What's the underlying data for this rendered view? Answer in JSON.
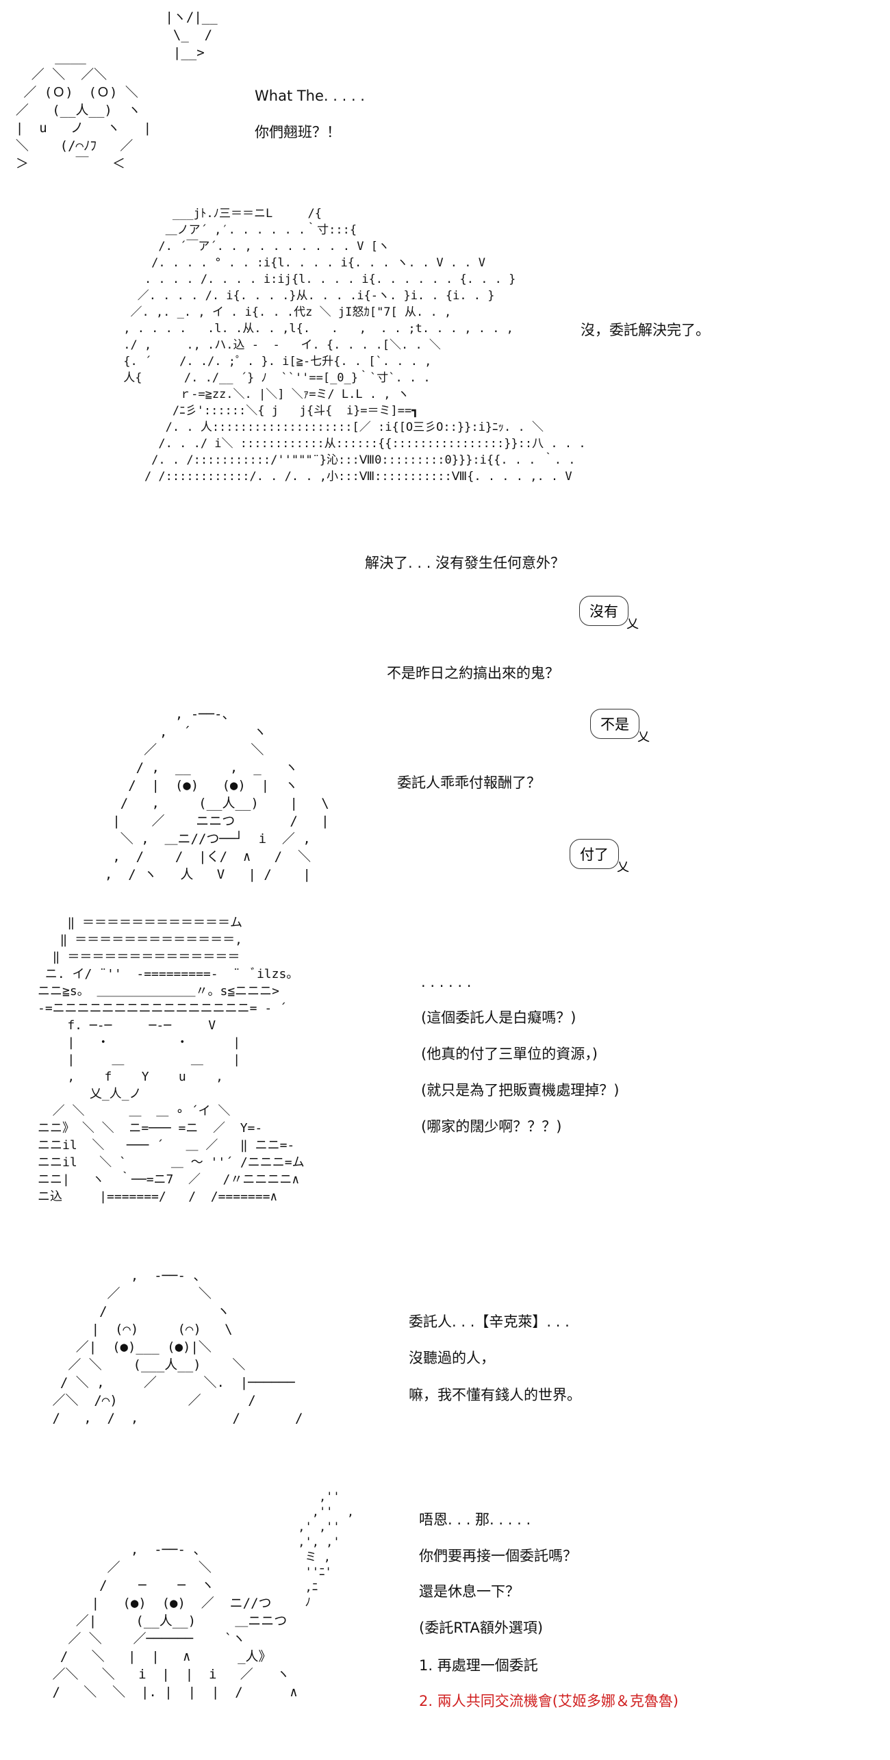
{
  "scene1": {
    "hand_art": " |ヽ/|__\n  \\_  /\n  |__>",
    "face_art": "       ____\n    ／ ＼  ／＼\n   ／ (Ｏ)  (Ｏ) ＼\n  ／   (__人__)  ヽ\n  |  u   ノ   ヽ   |\n  ＼    (/⌒ﾉﾌ   ／\n  ＞      ￣   ＜",
    "lines": [
      "What The. . . . .",
      "你們翹班？！"
    ]
  },
  "scene2": {
    "art": "        ___jﾄ.ﾉ三＝＝ニL     /{\n       ＿ノア´ ,′. . . . . .｀寸:::{\n      /. ´￣ア´. . , . . . . . . . V [ヽ\n     /. . . . ° . . :i{l. . . . i{. . . ヽ. . V . . V\n    . . . . /. . . . i:ij{l. . . . i{. . . . . . {. . . }\n   ／. . . . /. i{. . . .}从. . . .i{-ヽ. }i. . {i. . }\n  ／. ,. _. , イ . i{. . .代z ＼ jI怒ｶ[\"7[ 从. . ,\n , . . . .   .l. .从. . ,l{.   .   ,  . . ;t. . . , . . ,\n ./ ,     ., .ハ.込 ‐  ‐   イ. {. . . .[＼. . ＼\n {. ´    /. ./. ;゜. }. i[≧-七升{. . [`. . . ,\n 人{      /. ./__ ´} ﾉ  ``''==[_0_}｀`寸`. . .\n         ｒ‐=≧zz.＼. |＼] ＼ｧ=ミ/ L.L . , ヽ\n        /ﾆ彡'::::::＼{ j   j{斗{  i}=＝ミ]==┓\n       /. . 人::::::::::::::::::::[／ :i{[O三彡O::}}:i}ﾆｯ. . ＼\n      /. . ./ i＼ ::::::::::::从::::::{{::::::::::::::::}}::八 . . .\n     /. . /:::::::::::/''\"\"\"¨}沁:::Ⅷ0:::::::::0}}}:i{{. . . ｀. .\n    / /::::::::::::/. . /. . ,小:::Ⅷ:::::::::::Ⅷ{. . . . ,. . V",
    "line": "沒，委託解決完了。"
  },
  "scene3": {
    "q1": "解決了. . . 沒有發生任何意外？",
    "a1": "沒有",
    "q2": "不是昨日之約搞出來的鬼？",
    "a2": "不是",
    "q3": "委託人乖乖付報酬了？",
    "a3": "付了",
    "art": "           , -──-、\n         ,  ´        ヽ\n       ／            ＼\n      / ,  __     ,  _   ヽ\n     /  |  (●)   (●)  |  ヽ\n    /   ,     (__人__)    |   \\\n   |    ／    ニニつ       /   |\n    ＼ ,  ＿ニ//つ──┘  i  ／ ,\n   ,  /    /  |く/  ∧   /  ＼\n  ,  / ヽ   人   V   | /    |"
  },
  "scene4": {
    "art": "    ‖ ＝＝＝＝＝＝＝＝＝＝＝＝ム\n   ‖ ＝＝＝＝＝＝＝＝＝＝＝＝＝,\n  ‖ ＝＝＝＝＝＝＝＝＝＝＝＝＝＝\n ニ. イ/ ¨''  -=========-  ¨  ﾞilzs。\nニニ≧s。 ＿＿＿＿＿＿＿＿〃。s≦ニニニ>\n-=ニニニニニニニニニニニニニニニニ= - ´\n    f. ─‐─     ─‐─     V\n    |   ・         ・      |\n    |     ＿         ＿    |\n    ,    f    Y    u    ,\n       乂_人_ノ\n  ／ ＼      ＿  ＿ ∘ ´イ ＼\nニニ》 ＼ ＼  ニ=─── =ニ  ／  Y=-\nニニil  ＼   ─── ´   ＿ ／   ‖ ニニ=-\nニニil   ＼ `      ＿ ～ ''´ /ニニニ=ム\nニニ|   ヽ  ｀──=ニ7  ／   /〃ニニニニ∧\nニ込     |=======/   /  /=======∧",
    "lines": [
      ". . . . . .",
      "(這個委託人是白癡嗎？)",
      "(他真的付了三單位的資源，)",
      "(就只是為了把販賣機處理掉？)",
      "(哪家的闊少啊？？？)"
    ]
  },
  "scene5": {
    "art": "           ,  -──- 、\n        ／          ＼\n       /              ヽ\n      |  (⌒)     (⌒)   \\\n    ／|  (●)___ (●)|＼\n   ／ ＼    (___人__)    ＼\n  / ＼ ,     ／      ＼.  |──────\n ／＼  /⌒)         ／      /\n /   ,  /  ,            /       /",
    "lines": [
      "委託人. . .【辛克萊】. . .",
      "沒聽過的人，",
      "嘛，我不懂有錢人的世界。"
    ]
  },
  "scene6": {
    "steam_art": "    ,''\n   ,''  ,\n ,' ,''\n ,', ,'\n  ミ ,\n  ''ﾆ'\n  ,ﾆ\n  ﾉ",
    "art": "           ,  -──- 、\n        ／          ＼\n       /    ─    ─  ヽ\n      |   (●)  (●)  ／  ニ//つ\n    ／|     (__人__)     ＿ニニつ\n   ／ ＼    ／──────    `ヽ\n  /   ＼   |  |   ∧      _人》\n ／＼   ＼   i  |  |  i   ／   ヽ\n /   ＼  ＼  |. |  |  |  /      ∧",
    "lines": [
      "唔恩. . . 那. . . . .",
      "你們要再接一個委託嗎？",
      "還是休息一下？",
      "(委託RTA額外選項)",
      "1. 再處理一個委託",
      "2. 兩人共同交流機會(艾姬多娜＆克魯魯)"
    ],
    "highlight_color": "#d02020"
  }
}
